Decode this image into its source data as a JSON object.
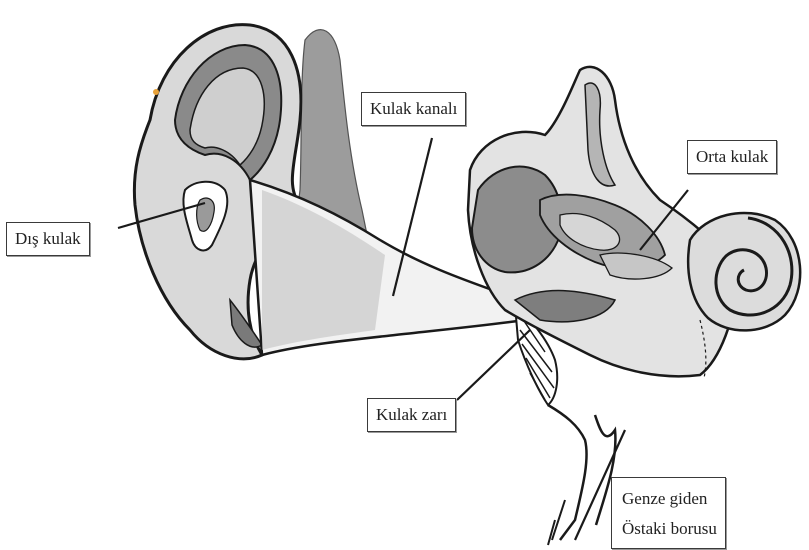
{
  "diagram": {
    "labels": {
      "dis_kulak": "Dış kulak",
      "kulak_kanali": "Kulak kanalı",
      "orta_kulak": "Orta kulak",
      "kulak_zari": "Kulak zarı",
      "ostaki_line1": "Genze giden",
      "ostaki_line2": "Östaki borusu"
    },
    "colors": {
      "ink": "#1a1a1a",
      "shade_dark": "#6e6e6e",
      "shade_mid": "#9a9a9a",
      "shade_light": "#c8c8c8",
      "accent": "#e8a23a"
    }
  }
}
